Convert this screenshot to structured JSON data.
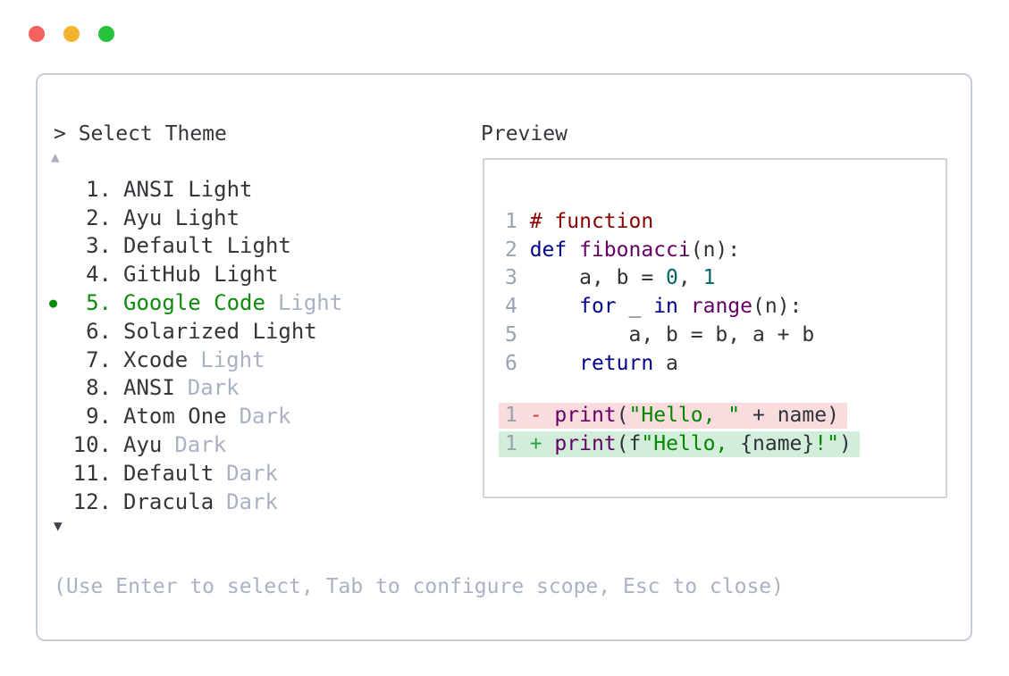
{
  "window": {
    "controls": [
      {
        "name": "close",
        "color": "#f4615e"
      },
      {
        "name": "minimize",
        "color": "#f3b32e"
      },
      {
        "name": "maximize",
        "color": "#27c23c"
      }
    ]
  },
  "picker": {
    "title": "> Select Theme",
    "scroll_up_indicator": "▲",
    "scroll_down_indicator": "▼",
    "selected_indicator": "●",
    "selected_color": "#0d8b0d",
    "dimmed_color": "#a9b2c4",
    "items": [
      {
        "number": "1.",
        "name": "ANSI Light",
        "variant": "",
        "selected": false
      },
      {
        "number": "2.",
        "name": "Ayu Light",
        "variant": "",
        "selected": false
      },
      {
        "number": "3.",
        "name": "Default Light",
        "variant": "",
        "selected": false
      },
      {
        "number": "4.",
        "name": "GitHub Light",
        "variant": "",
        "selected": false
      },
      {
        "number": "5.",
        "name": "Google Code",
        "variant": "Light",
        "selected": true
      },
      {
        "number": "6.",
        "name": "Solarized Light",
        "variant": "",
        "selected": false
      },
      {
        "number": "7.",
        "name": "Xcode",
        "variant": "Light",
        "selected": false
      },
      {
        "number": "8.",
        "name": "ANSI",
        "variant": "Dark",
        "selected": false
      },
      {
        "number": "9.",
        "name": "Atom One",
        "variant": "Dark",
        "selected": false
      },
      {
        "number": "10.",
        "name": "Ayu",
        "variant": "Dark",
        "selected": false
      },
      {
        "number": "11.",
        "name": "Default",
        "variant": "Dark",
        "selected": false
      },
      {
        "number": "12.",
        "name": "Dracula",
        "variant": "Dark",
        "selected": false
      }
    ],
    "help_text": "(Use Enter to select, Tab to configure scope, Esc to close)"
  },
  "preview": {
    "title": "Preview",
    "code_lines": [
      {
        "num": "1",
        "tokens": [
          [
            "cm",
            "# function"
          ]
        ]
      },
      {
        "num": "2",
        "tokens": [
          [
            "kw",
            "def"
          ],
          [
            "pl",
            " "
          ],
          [
            "fn",
            "fibonacci"
          ],
          [
            "pl",
            "(n):"
          ]
        ]
      },
      {
        "num": "3",
        "tokens": [
          [
            "pl",
            "    a, b = "
          ],
          [
            "lit",
            "0"
          ],
          [
            "pl",
            ", "
          ],
          [
            "lit",
            "1"
          ]
        ]
      },
      {
        "num": "4",
        "tokens": [
          [
            "pl",
            "    "
          ],
          [
            "kw",
            "for"
          ],
          [
            "pl",
            " _ "
          ],
          [
            "kw",
            "in"
          ],
          [
            "pl",
            " "
          ],
          [
            "fn",
            "range"
          ],
          [
            "pl",
            "(n):"
          ]
        ]
      },
      {
        "num": "5",
        "tokens": [
          [
            "pl",
            "        a, b = b, a + b"
          ]
        ]
      },
      {
        "num": "6",
        "tokens": [
          [
            "pl",
            "    "
          ],
          [
            "kw",
            "return"
          ],
          [
            "pl",
            " a"
          ]
        ]
      }
    ],
    "diff_lines": [
      {
        "num": "1",
        "type": "removed",
        "tokens": [
          [
            "rem",
            "-"
          ],
          [
            "pl",
            " "
          ],
          [
            "fn",
            "print"
          ],
          [
            "pl",
            "("
          ],
          [
            "str",
            "\"Hello, \""
          ],
          [
            "pl",
            " + name)"
          ]
        ]
      },
      {
        "num": "1",
        "type": "added",
        "tokens": [
          [
            "add",
            "+"
          ],
          [
            "pl",
            " "
          ],
          [
            "fn",
            "print"
          ],
          [
            "pl",
            "(f"
          ],
          [
            "str",
            "\"Hello, "
          ],
          [
            "pl",
            "{name}"
          ],
          [
            "str",
            "!\""
          ],
          [
            "pl",
            ")"
          ]
        ]
      }
    ],
    "syntax_colors": {
      "comment": "#880000",
      "keyword": "#000088",
      "function": "#660066",
      "literal": "#006666",
      "string": "#008800",
      "plain": "#2e3338",
      "line_number": "#99a2b2",
      "diff_removed_bg": "#fadbde",
      "diff_added_bg": "#d2edd9",
      "diff_minus": "#c43c3c",
      "diff_plus": "#28a046"
    }
  }
}
